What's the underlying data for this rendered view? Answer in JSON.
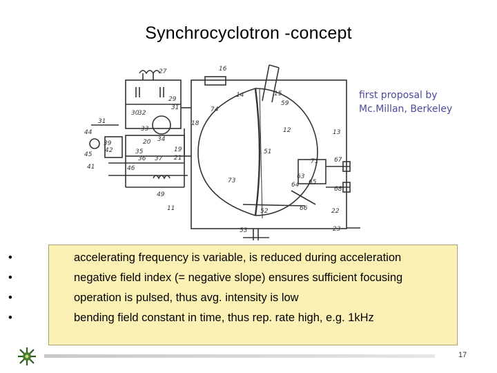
{
  "slide": {
    "title": "Synchrocyclotron -concept",
    "annotation_line1": "first proposal by",
    "annotation_line2": "Mc.Millan, Berkeley",
    "bullets": [
      "accelerating frequency is variable, is reduced during acceleration",
      "negative field index (= negative slope) ensures sufficient focusing",
      "operation is pulsed, thus avg. intensity is low",
      "bending field constant in time, thus rep. rate high, e.g. 1kHz"
    ],
    "bullet_symbol": "•",
    "page_number": "17"
  },
  "figure": {
    "labels": [
      "27",
      "16",
      "15",
      "14",
      "29",
      "31",
      "59",
      "74",
      "30",
      "32",
      "33",
      "34",
      "31",
      "44",
      "39",
      "42",
      "45",
      "41",
      "35",
      "36",
      "37",
      "46",
      "19",
      "20",
      "21",
      "12",
      "13",
      "18",
      "51",
      "71",
      "67",
      "63",
      "64",
      "65",
      "68",
      "49",
      "73",
      "11",
      "66",
      "22",
      "52",
      "53",
      "23"
    ]
  }
}
